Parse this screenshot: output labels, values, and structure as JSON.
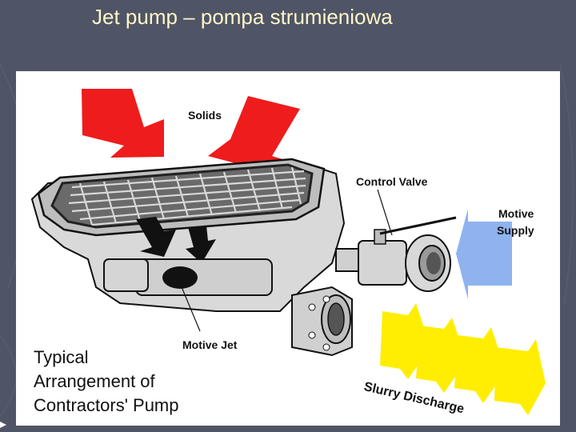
{
  "slide": {
    "title": "Jet pump – pompa strumieniowa"
  },
  "figure": {
    "labels": {
      "solids": "Solids",
      "control_valve": "Control Valve",
      "motive_supply_line1": "Motive",
      "motive_supply_line2": "Supply",
      "motive_jet": "Motive Jet",
      "slurry_discharge": "Slurry Discharge"
    },
    "caption": {
      "line1": "Typical",
      "line2": "Arrangement of",
      "line3": "Contractors' Pump"
    },
    "colors": {
      "solids_arrow": "#ee1c1c",
      "motive_arrow": "#8fb3ee",
      "discharge_arrow": "#ffee00",
      "background": "#4f5566",
      "title_text": "#fff6c8"
    }
  }
}
